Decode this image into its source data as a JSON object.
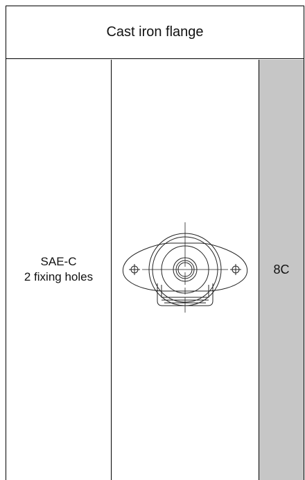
{
  "header": {
    "title": "Cast iron flange"
  },
  "row": {
    "label_line1": "SAE-C",
    "label_line2": "2 fixing holes",
    "code": "8C"
  },
  "drawing": {
    "icon": "flange-technical-drawing-icon",
    "code_cell_color": "#c6c6c6"
  }
}
